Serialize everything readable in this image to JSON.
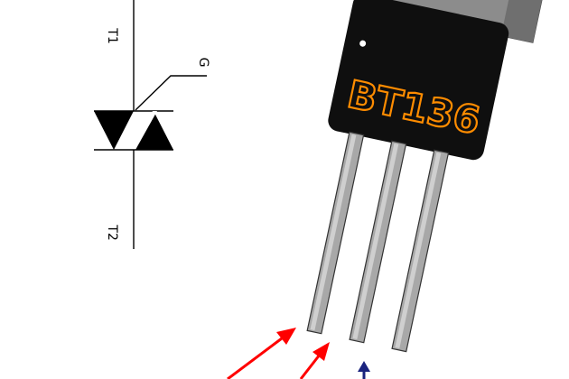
{
  "symbol": {
    "terminal_top": "T1",
    "terminal_gate": "G",
    "terminal_bottom": "T2"
  },
  "package": {
    "part_number": "BT136",
    "colors": {
      "body": "#0f0f0f",
      "tab": "#8c8c8c",
      "marking": "#ff8c00",
      "lead": "#a8a8a8"
    }
  },
  "arrows": {
    "colors": [
      "#ff0000",
      "#ff0000",
      "#1a237e"
    ]
  }
}
